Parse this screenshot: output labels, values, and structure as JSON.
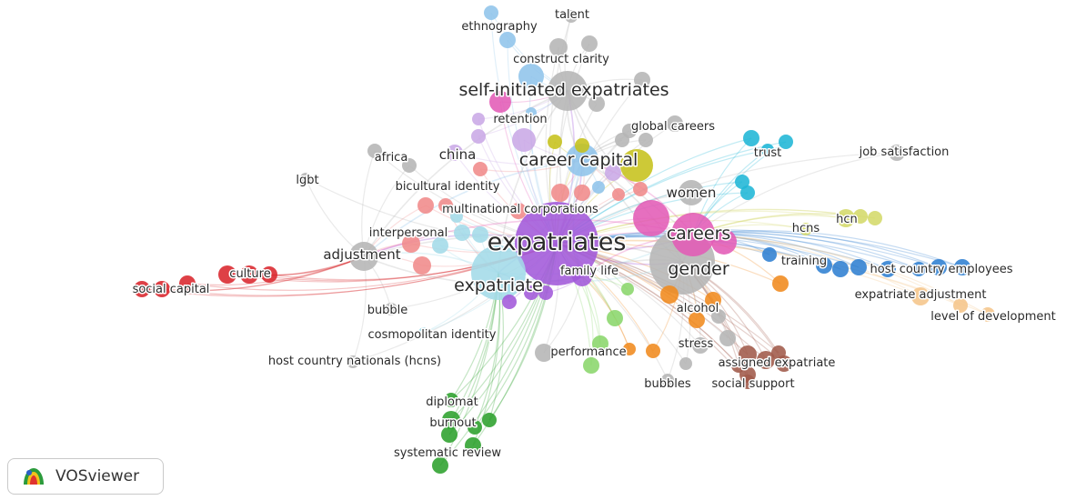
{
  "network": {
    "clusters": {
      "red": "#d9262c",
      "green": "#2ca02c",
      "lightgreen": "#8ad66b",
      "purple": "#a259d9",
      "olive": "#c6c21b",
      "cyan": "#1fb6d6",
      "orange": "#f08a1e",
      "blue": "#2f7fd2",
      "brown": "#a05a4a",
      "pink": "#e35bb6",
      "salmon": "#f08a8a",
      "lightblue": "#8fc4ea",
      "violet": "#c9a8e6",
      "gray": "#b5b5b5",
      "lightcyan": "#a3dbe8",
      "peach": "#f5c58a",
      "yellowgreen": "#d4d96a"
    },
    "labels": [
      "expatriates",
      "self-initiated expatriates",
      "expatriate",
      "gender",
      "careers",
      "career capital",
      "women",
      "adjustment",
      "china",
      "trust",
      "job satisfaction",
      "hcn",
      "hcns",
      "training",
      "host country employees",
      "expatriate adjustment",
      "level of development",
      "alcohol",
      "stress",
      "assigned expatriate",
      "social support",
      "bubbles",
      "performance",
      "diplomat",
      "burnout",
      "systematic review",
      "host country nationals (hcns)",
      "cosmopolitan identity",
      "bubble",
      "social capital",
      "culture",
      "lgbt",
      "africa",
      "bicultural identity",
      "multinational corporations",
      "interpersonal",
      "family life",
      "retention",
      "global careers",
      "construct clarity",
      "ethnography",
      "talent"
    ]
  },
  "logo": {
    "text": "VOSviewer",
    "icon": "vosviewer-logo-icon"
  }
}
